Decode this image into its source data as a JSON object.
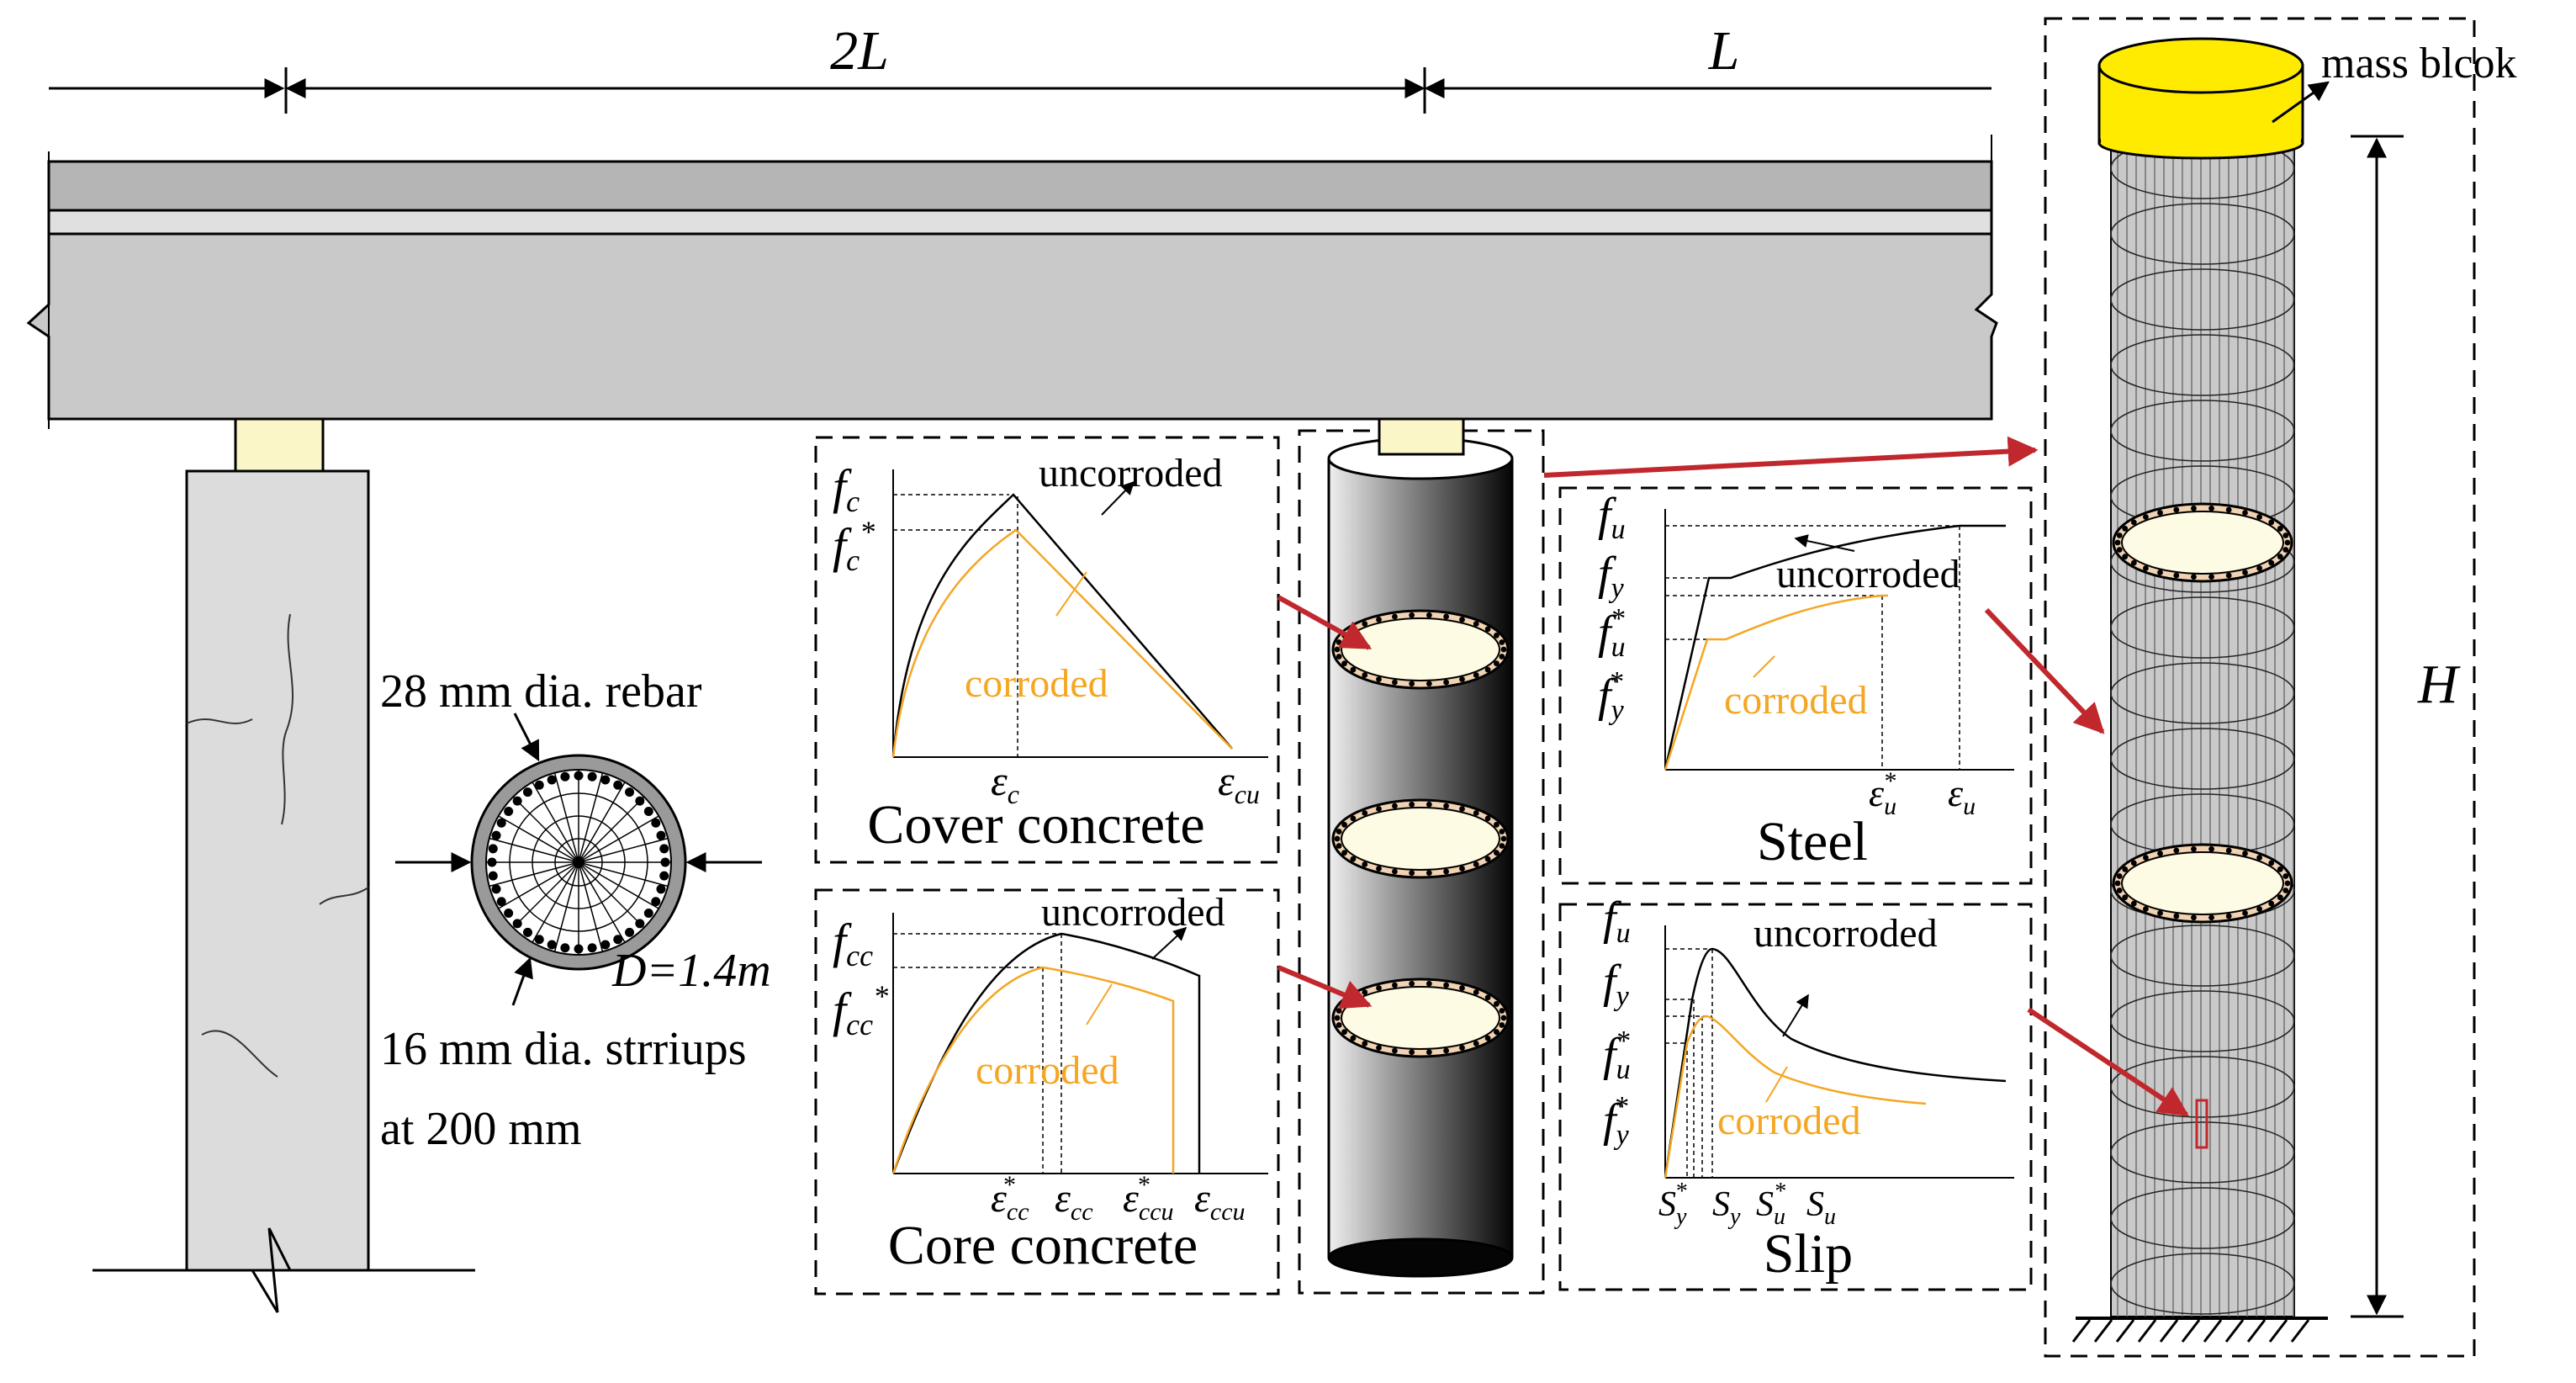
{
  "dimensions": {
    "span_2l": "2L",
    "span_l": "L",
    "height": "H"
  },
  "rebar": {
    "rebar_label": "28 mm dia. rebar",
    "diameter_label": "D=1.4m",
    "stirrup_label_1": "16 mm dia. strriups",
    "stirrup_label_2": "at 200 mm"
  },
  "mass_block_label": "mass blcok",
  "cover": {
    "title": "Cover concrete",
    "uncorroded": "uncorroded",
    "corroded": "corroded",
    "y_fc": "f",
    "y_fc_sub": "c",
    "y_fcs": "f",
    "y_fcs_sub": "c",
    "y_fcs_sup": "*",
    "x_ec": "ε",
    "x_ec_sub": "c",
    "x_ecu": "ε",
    "x_ecu_sub": "cu"
  },
  "core": {
    "title": "Core concrete",
    "uncorroded": "uncorroded",
    "corroded": "corroded",
    "y_fcc": "f",
    "y_fcc_sub": "cc",
    "y_fccs": "f",
    "y_fccs_sub": "cc",
    "y_fccs_sup": "*",
    "x_eccs": "ε",
    "x_eccs_sub": "cc",
    "x_eccs_sup": "*",
    "x_ecc": "ε",
    "x_ecc_sub": "cc",
    "x_eccus": "ε",
    "x_eccus_sub": "ccu",
    "x_eccus_sup": "*",
    "x_eccu": "ε",
    "x_eccu_sub": "ccu"
  },
  "steel": {
    "title": "Steel",
    "uncorroded": "uncorroded",
    "corroded": "corroded",
    "y_fu": "f",
    "y_fu_sub": "u",
    "y_fy": "f",
    "y_fy_sub": "y",
    "y_fus": "f",
    "y_fus_sub": "u",
    "y_fus_sup": "*",
    "y_fys": "f",
    "y_fys_sub": "y",
    "y_fys_sup": "*",
    "x_eus": "ε",
    "x_eus_sub": "u",
    "x_eus_sup": "*",
    "x_eu": "ε",
    "x_eu_sub": "u"
  },
  "slip": {
    "title": "Slip",
    "uncorroded": "uncorroded",
    "corroded": "corroded",
    "y_fu": "f",
    "y_fu_sub": "u",
    "y_fy": "f",
    "y_fy_sub": "y",
    "y_fus": "f",
    "y_fus_sub": "u",
    "y_fus_sup": "*",
    "y_fys": "f",
    "y_fys_sub": "y",
    "y_fys_sup": "*",
    "x_sys": "S",
    "x_sys_sub": "y",
    "x_sys_sup": "*",
    "x_sy": "S",
    "x_sy_sub": "y",
    "x_sus": "S",
    "x_sus_sub": "u",
    "x_sus_sup": "*",
    "x_su": "S",
    "x_su_sub": "u"
  },
  "colors": {
    "corroded": "#f5a623",
    "arrow": "#c0282d",
    "beam": "#c9c9c9",
    "deck": "#b5b5b5",
    "pier": "#dcdcdc",
    "bearing": "#fbf6c8",
    "mass_block": "#ffeb00",
    "section_fill": "#fdfbe3",
    "section_ring": "#f1d2b2"
  }
}
